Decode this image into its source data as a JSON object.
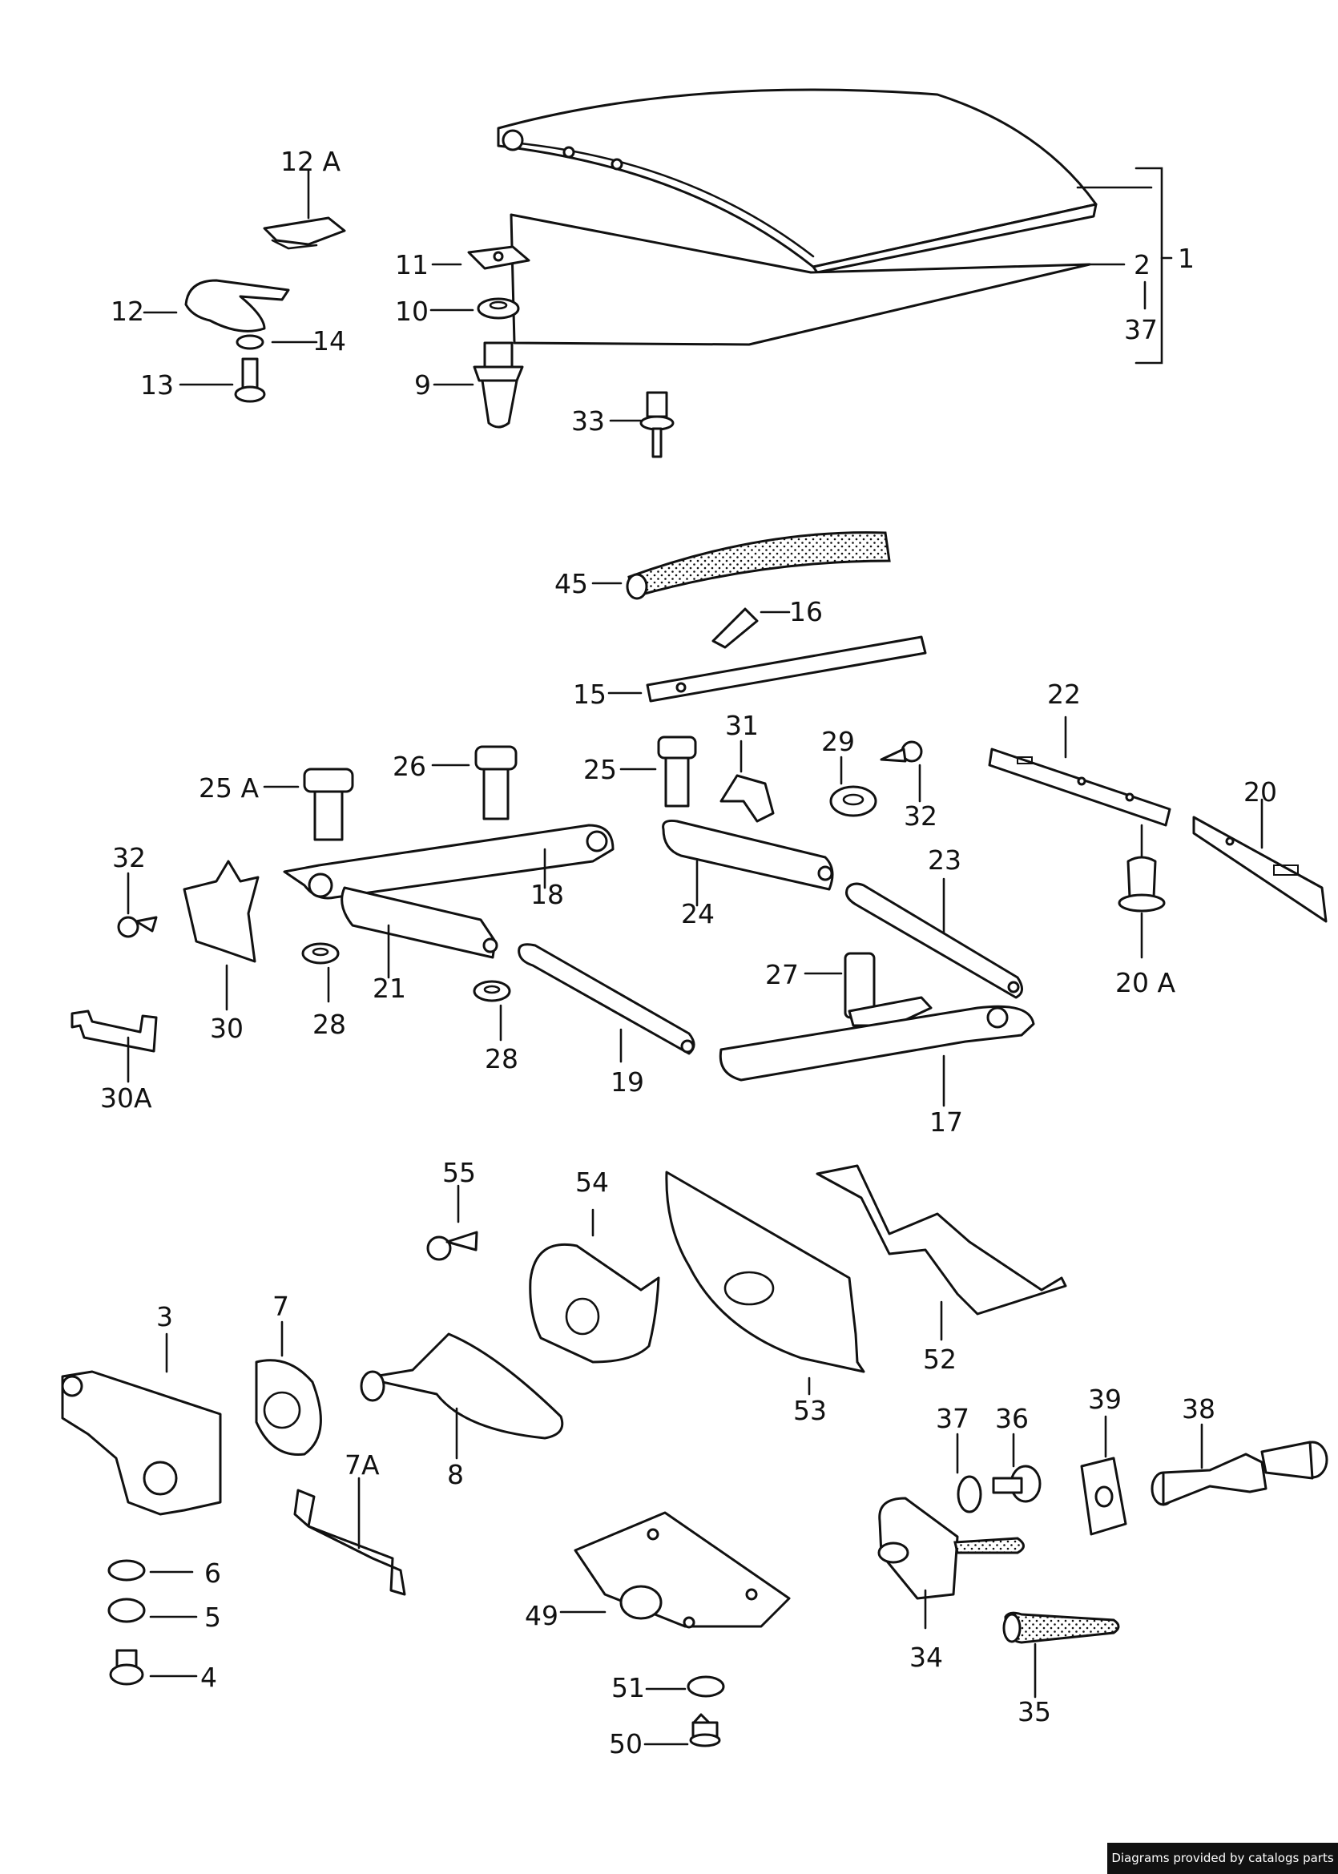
{
  "credit": "Diagrams provided by catalogs parts",
  "callouts": {
    "p1": "1",
    "p2": "2",
    "p37a": "37",
    "p3": "3",
    "p4": "4",
    "p5": "5",
    "p6": "6",
    "p7": "7",
    "p7a": "7A",
    "p8": "8",
    "p9": "9",
    "p10": "10",
    "p11": "11",
    "p12": "12",
    "p12a": "12 A",
    "p13": "13",
    "p14": "14",
    "p15": "15",
    "p16": "16",
    "p17": "17",
    "p18": "18",
    "p19": "19",
    "p20": "20",
    "p20a": "20 A",
    "p21": "21",
    "p22": "22",
    "p23": "23",
    "p24": "24",
    "p25": "25",
    "p25a": "25 A",
    "p26": "26",
    "p27": "27",
    "p28a": "28",
    "p28b": "28",
    "p29": "29",
    "p30": "30",
    "p30a": "30A",
    "p31": "31",
    "p32a": "32",
    "p32b": "32",
    "p33": "33",
    "p34": "34",
    "p35": "35",
    "p36": "36",
    "p37b": "37",
    "p38": "38",
    "p39": "39",
    "p45": "45",
    "p49": "49",
    "p50": "50",
    "p51": "51",
    "p52": "52",
    "p53": "53",
    "p54": "54",
    "p55": "55"
  }
}
